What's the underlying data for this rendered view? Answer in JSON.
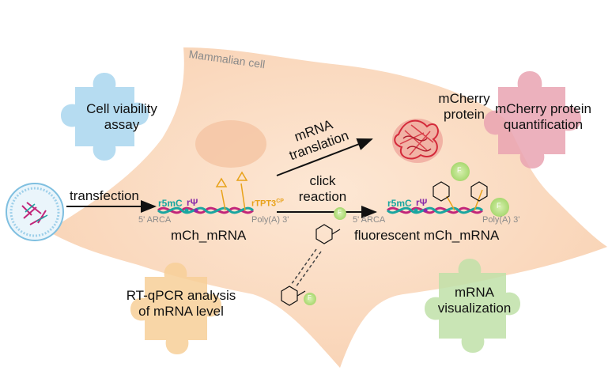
{
  "cell": {
    "name": "Mammalian cell"
  },
  "puzzles": {
    "viability": {
      "label": "Cell viability\nassay",
      "color": "#a9d6ef"
    },
    "quantification": {
      "label": "mCherry protein\nquantification",
      "color": "#e9a3b2"
    },
    "rtqpcr": {
      "label": "RT-qPCR analysis\nof mRNA level",
      "color": "#f7cf98"
    },
    "visualization": {
      "label": "mRNA\nvisualization",
      "color": "#bfe0a8"
    }
  },
  "steps": {
    "transfection": "transfection",
    "translation": "mRNA\ntranslation",
    "click": "click\nreaction"
  },
  "mrna_left": {
    "r5mc": "r5mC",
    "rpsi": "rΨ",
    "rtpt3": "rTPT3",
    "rtpt3_sup": "CP",
    "cap": "5' ARCA",
    "tail": "Poly(A) 3'",
    "name": "mCh_mRNA"
  },
  "mrna_right": {
    "r5mc": "r5mC",
    "rpsi": "rΨ",
    "cap": "5' ARCA",
    "tail": "Poly(A) 3'",
    "name": "fluorescent mCh_mRNA"
  },
  "protein": {
    "label": "mCherry\nprotein"
  },
  "fluor_mark": "F",
  "colors": {
    "cell": "#fce3cf",
    "rna_a": "#c2257a",
    "rna_b": "#1aa6a0",
    "linker": "#e8a21a",
    "protein": "#d42a3a",
    "fluor": "#b8e08a"
  }
}
